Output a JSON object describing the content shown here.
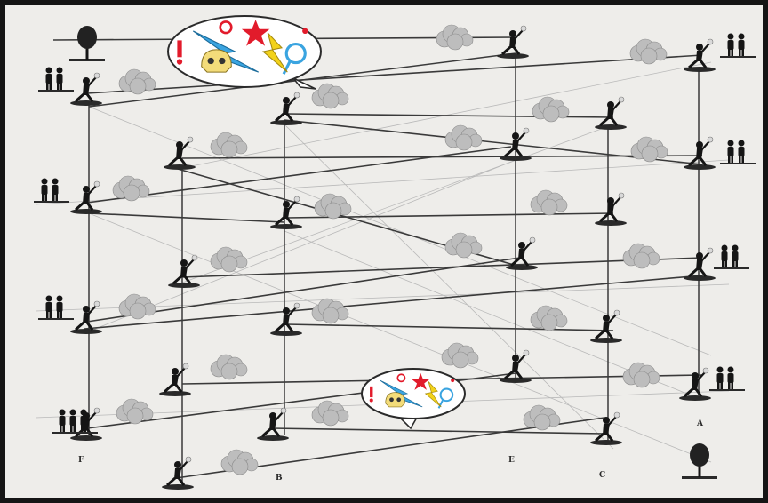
{
  "colors": {
    "paper": "#eeedea",
    "ink": "#151515",
    "line_dark": "#3a3a3a",
    "line_light": "#b9b9b9",
    "smoke": "#bdbdbd",
    "bubble_fill": "#ffffff",
    "bubble_border": "#2b2b2b",
    "bolt_blue": "#3aa4e0",
    "bolt_yellow": "#f2d21b",
    "star_red": "#e21b2b",
    "skull": "#f3dc7a"
  },
  "column_letters": [
    "F",
    "B",
    "E",
    "C",
    "A"
  ],
  "symbols": {
    "bubble_icons": [
      "exclamation-icon",
      "lightning-icon",
      "star-icon",
      "swirl-icon",
      "skull-icon",
      "balloon-icon",
      "lightning-icon"
    ]
  }
}
